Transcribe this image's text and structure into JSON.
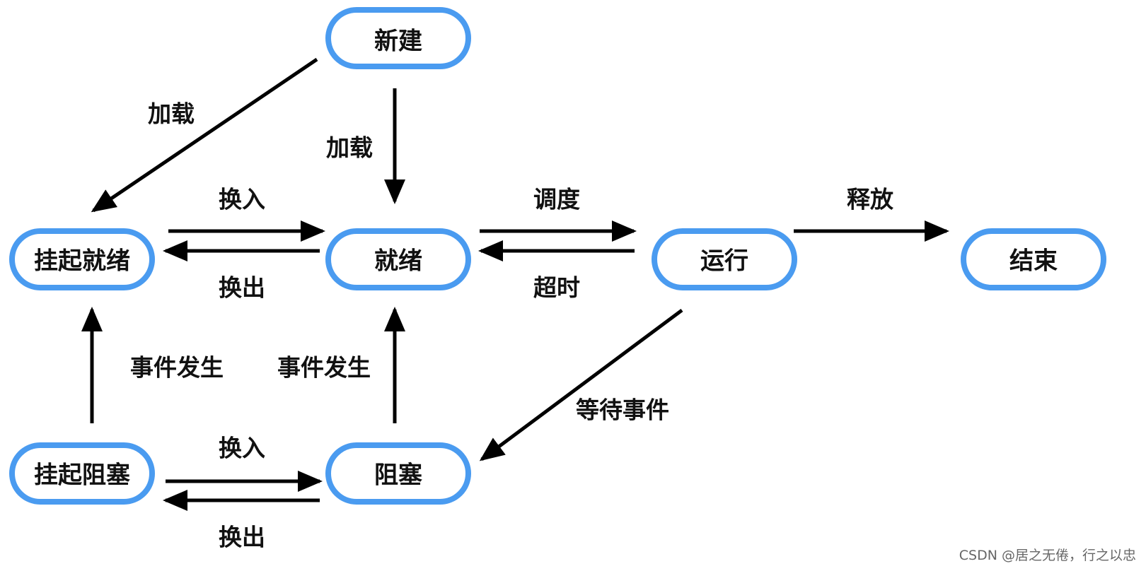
{
  "nodes": {
    "new": "新建",
    "suspended_ready": "挂起就绪",
    "ready": "就绪",
    "running": "运行",
    "terminated": "结束",
    "suspended_blocked": "挂起阻塞",
    "blocked": "阻塞"
  },
  "edges": {
    "load_left": "加载",
    "load_center": "加载",
    "swap_in_top": "换入",
    "swap_out_top": "换出",
    "schedule": "调度",
    "timeout": "超时",
    "release": "释放",
    "event_occurs_left": "事件发生",
    "event_occurs_center": "事件发生",
    "wait_event": "等待事件",
    "swap_in_bottom": "换入",
    "swap_out_bottom": "换出"
  },
  "watermark": "CSDN @居之无倦，行之以忠",
  "colors": {
    "node_border": "#4a9bf0",
    "arrow": "#000000"
  }
}
